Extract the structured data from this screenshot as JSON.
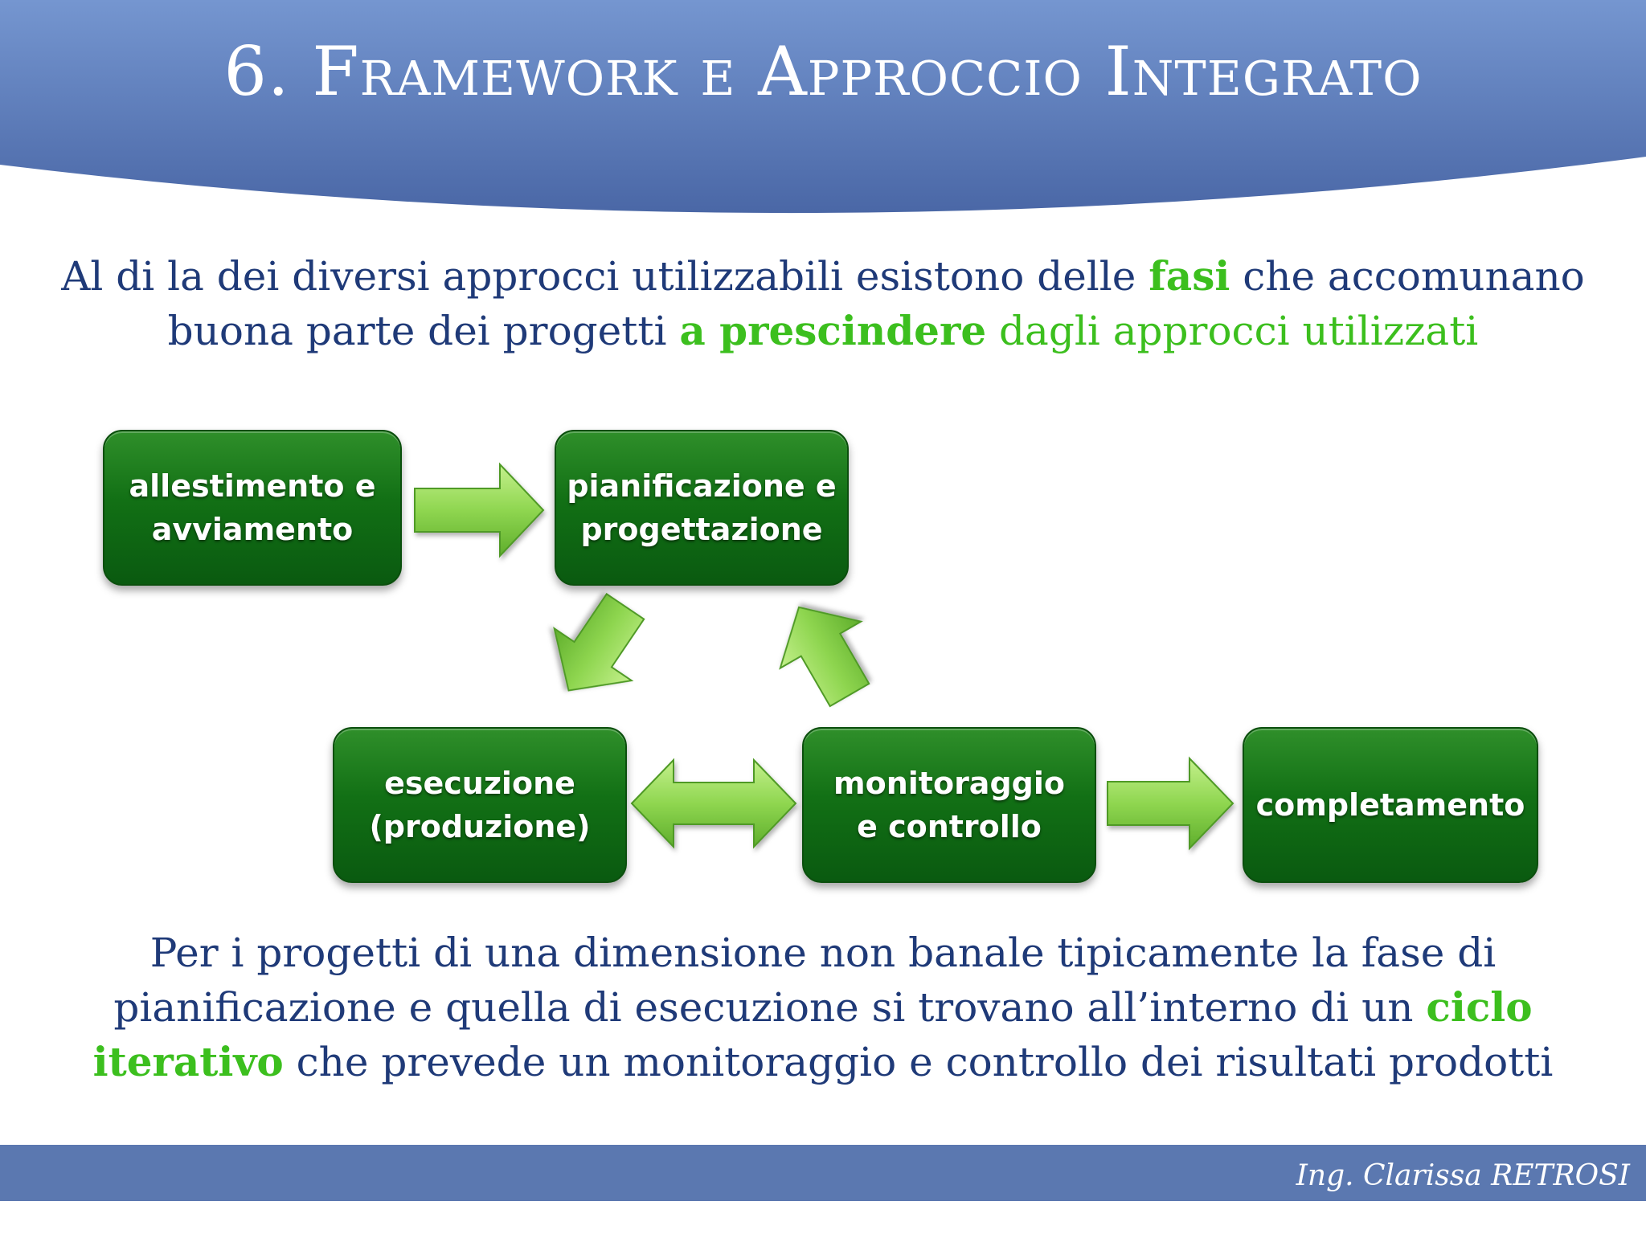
{
  "header": {
    "title": "6. Framework e Approccio Integrato"
  },
  "intro": {
    "part1": "Al di la dei diversi approcci utilizzabili esistono delle ",
    "highlight1": "fasi",
    "part2": " che accomunano buona parte dei progetti ",
    "highlight2": "a prescindere",
    "part3": " dagli approcci utilizzati"
  },
  "diagram": {
    "phases": [
      {
        "label": "allestimento e\navviamento"
      },
      {
        "label": "pianificazione e\nprogettazione"
      },
      {
        "label": "esecuzione\n(produzione)"
      },
      {
        "label": "monitoraggio\ne controllo"
      },
      {
        "label": "completamento"
      }
    ]
  },
  "conclusion": {
    "part1": "Per i progetti di una dimensione non banale tipicamente la fase di pianificazione e quella di esecuzione si trovano all’interno di un ",
    "highlight": "ciclo iterativo",
    "part2": " che prevede un monitoraggio e controllo dei risultati prodotti"
  },
  "footer": {
    "author": "Ing. Clarissa RETROSI"
  },
  "colors": {
    "header_blue": "#5b78b0",
    "text_blue": "#1f3a78",
    "highlight_green": "#3cbf1e",
    "box_green": "#127015",
    "arrow_green": "#8fd650"
  }
}
